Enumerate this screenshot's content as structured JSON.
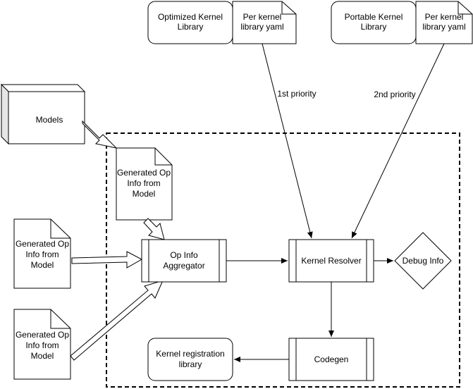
{
  "nodes": {
    "optimized_lib": [
      "Optimized Kernel",
      "Library"
    ],
    "optimized_yaml": [
      "Per kernel",
      "library yaml"
    ],
    "portable_lib": [
      "Portable Kernel",
      "Library"
    ],
    "portable_yaml": [
      "Per kernel",
      "library yaml"
    ],
    "models": "Models",
    "gen_op_inner": [
      "Generated Op",
      "Info from",
      "Model"
    ],
    "gen_op_left1": [
      "Generated Op",
      "Info from",
      "Model"
    ],
    "gen_op_left2": [
      "Generated Op",
      "Info from",
      "Model"
    ],
    "op_info_aggregator": [
      "Op Info",
      "Aggregator"
    ],
    "kernel_resolver": "Kernel Resolver",
    "debug_info": "Debug Info",
    "codegen": "Codegen",
    "kernel_registration": [
      "Kernel registration",
      "library"
    ]
  },
  "edges": {
    "first_priority": "1st priority",
    "second_priority": "2nd priority"
  }
}
